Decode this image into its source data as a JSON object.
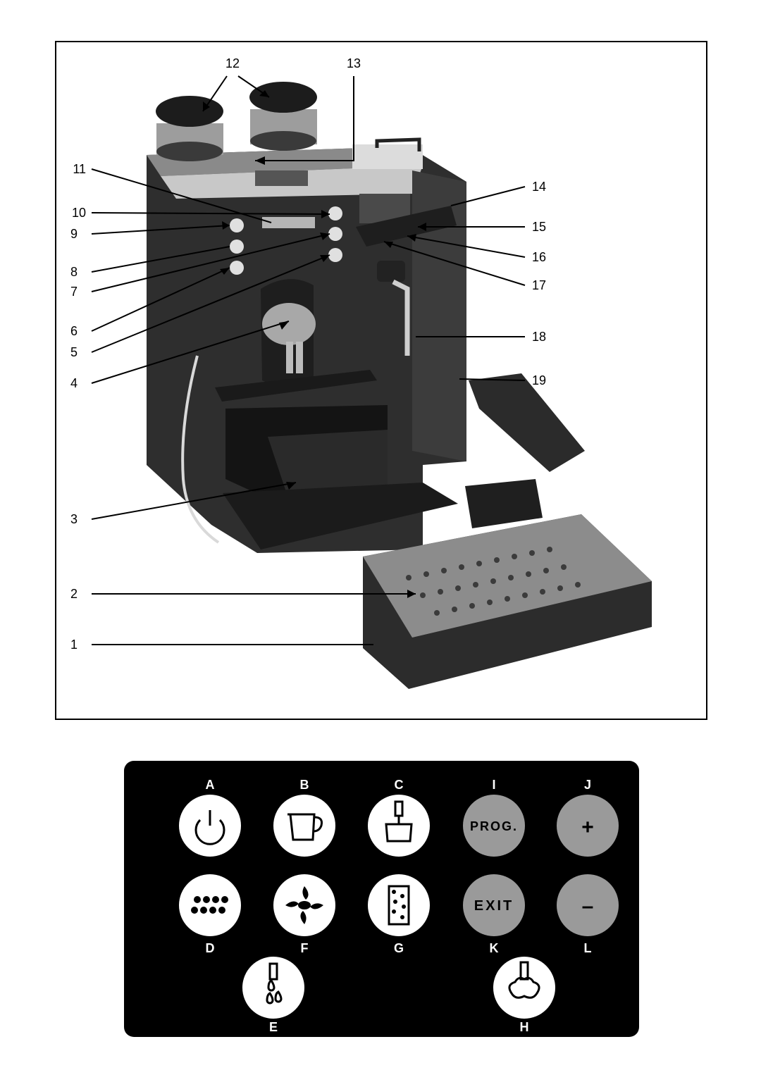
{
  "figure": {
    "callouts": {
      "n1": "1",
      "n2": "2",
      "n3": "3",
      "n4": "4",
      "n5": "5",
      "n6": "6",
      "n7": "7",
      "n8": "8",
      "n9": "9",
      "n10": "10",
      "n11": "11",
      "n12": "12",
      "n13": "13",
      "n14": "14",
      "n15": "15",
      "n16": "16",
      "n17": "17",
      "n18": "18",
      "n19": "19"
    }
  },
  "panel": {
    "colors": {
      "background": "#000000",
      "white_button": "#ffffff",
      "grey_button": "#9a9a9a"
    },
    "buttons": [
      {
        "letter": "A",
        "icon": "power-icon",
        "style": "white"
      },
      {
        "letter": "B",
        "icon": "jug-icon",
        "style": "white"
      },
      {
        "letter": "C",
        "icon": "cup-spout-icon",
        "style": "white"
      },
      {
        "letter": "I",
        "icon": "text",
        "label": "PROG.",
        "style": "grey"
      },
      {
        "letter": "J",
        "icon": "text",
        "label": "+",
        "style": "grey"
      },
      {
        "letter": "D",
        "icon": "drops-icon",
        "style": "white"
      },
      {
        "letter": "F",
        "icon": "bean-swirl-icon",
        "style": "white"
      },
      {
        "letter": "G",
        "icon": "grinder-icon",
        "style": "white"
      },
      {
        "letter": "K",
        "icon": "text",
        "label": "EXIT",
        "style": "grey"
      },
      {
        "letter": "L",
        "icon": "text",
        "label": "–",
        "style": "grey"
      },
      {
        "letter": "E",
        "icon": "hot-water-icon",
        "style": "white"
      },
      {
        "letter": "H",
        "icon": "steam-icon",
        "style": "white"
      }
    ]
  }
}
